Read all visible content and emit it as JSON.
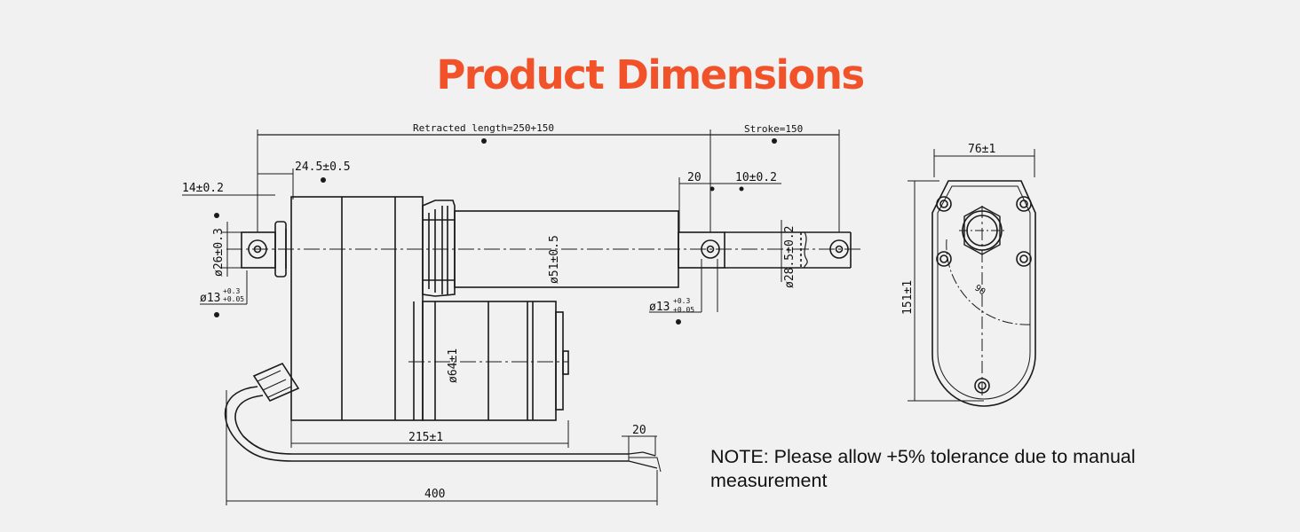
{
  "title": "Product Dimensions",
  "colors": {
    "accent": "#f2522a",
    "line": "#1a1a1a",
    "background": "#f1f1f1"
  },
  "note": "NOTE: Please allow +5% tolerance due to manual measurement",
  "dimensions": {
    "retracted_length": "Retracted length=250+150",
    "stroke": "Stroke=150",
    "d24_5": "24.5±0.5",
    "d14": "14±0.2",
    "d20_top": "20",
    "d10": "10±0.2",
    "d26": "ø26±0.3",
    "d13_left": "ø13",
    "d13_left_tol_top": "+0.3",
    "d13_left_tol_bottom": "+0.05",
    "d51": "ø51±0.5",
    "d28_5": "ø28.5±0.2",
    "d13_right": "ø13",
    "d13_right_tol_top": "+0.3",
    "d13_right_tol_bottom": "+0.05",
    "d64": "ø64±1",
    "d215": "215±1",
    "d20_cable": "20",
    "d400": "400",
    "d76": "76±1",
    "d151": "151±1",
    "angle_90": "90"
  }
}
